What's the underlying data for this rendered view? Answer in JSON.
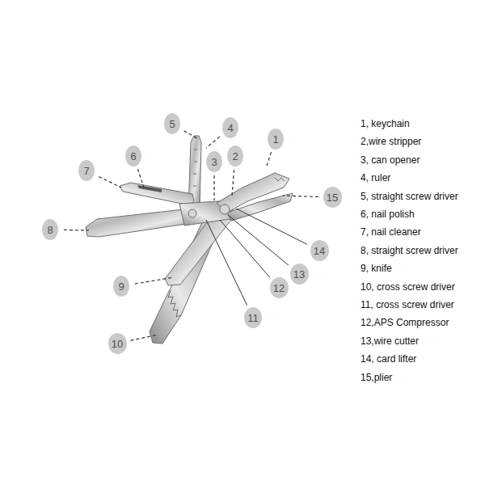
{
  "diagram": {
    "nodes": [
      {
        "text": [
          "5"
        ]
      },
      {
        "text": [
          "4"
        ]
      },
      {
        "text": [
          "1"
        ]
      },
      {
        "text": [
          "6"
        ]
      },
      {
        "text": [
          "2"
        ]
      },
      {
        "text": [
          "3"
        ]
      },
      {
        "text": [
          "7"
        ]
      },
      {
        "text": [
          "15"
        ]
      },
      {
        "text": [
          "8"
        ]
      },
      {
        "text": [
          "14"
        ]
      },
      {
        "text": [
          "13"
        ]
      },
      {
        "text": [
          "12"
        ]
      },
      {
        "text": [
          "9"
        ]
      },
      {
        "text": [
          "11"
        ]
      },
      {
        "text": [
          "10"
        ]
      }
    ],
    "labels": [
      "1, keychain",
      "2,wire stripper",
      "3, can opener",
      "4, ruler",
      "5, straight screw driver",
      "6, nail polish",
      "7, nail cleaner",
      "8, straight screw driver",
      "9, knife",
      "10, cross screw driver",
      "11, cross screw driver",
      "12,APS Compressor",
      "13,wire cutter",
      "14, card lifter",
      "15,plier"
    ]
  }
}
